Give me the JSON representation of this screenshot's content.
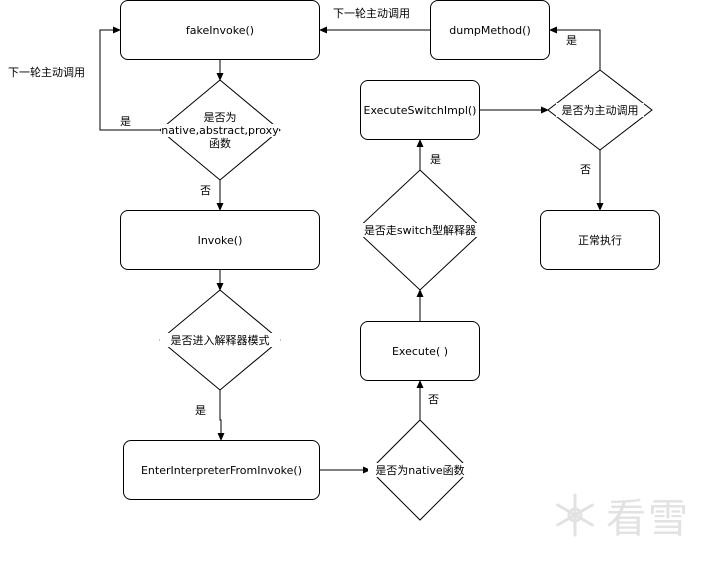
{
  "nodes": {
    "fake_invoke": "fakeInvoke()",
    "dump_method": "dumpMethod()",
    "decision_native_abstract_proxy": [
      "是否为",
      "native,abstract,proxy",
      "函数"
    ],
    "execute_switch_impl": "ExecuteSwitchImpl()",
    "decision_active_call": "是否为主动调用",
    "normal_execution": "正常执行",
    "invoke": "Invoke()",
    "decision_switch_interpreter": "是否走switch型解释器",
    "decision_interpreter_mode": "是否进入解释器模式",
    "execute": "Execute( )",
    "enter_interpreter_from_invoke": "EnterInterpreterFromInvoke()",
    "decision_native_function": "是否为native函数"
  },
  "edge_labels": {
    "next_round_top": "下一轮主动调用",
    "next_round_left": "下一轮主动调用",
    "yes_left_loop": "是",
    "no_to_invoke": "否",
    "yes_to_enter_interpreter": "是",
    "no_to_execute": "否",
    "yes_to_execute_switch": "是",
    "yes_to_dump": "是",
    "no_to_normal": "否"
  },
  "watermark": {
    "text": "看雪"
  }
}
